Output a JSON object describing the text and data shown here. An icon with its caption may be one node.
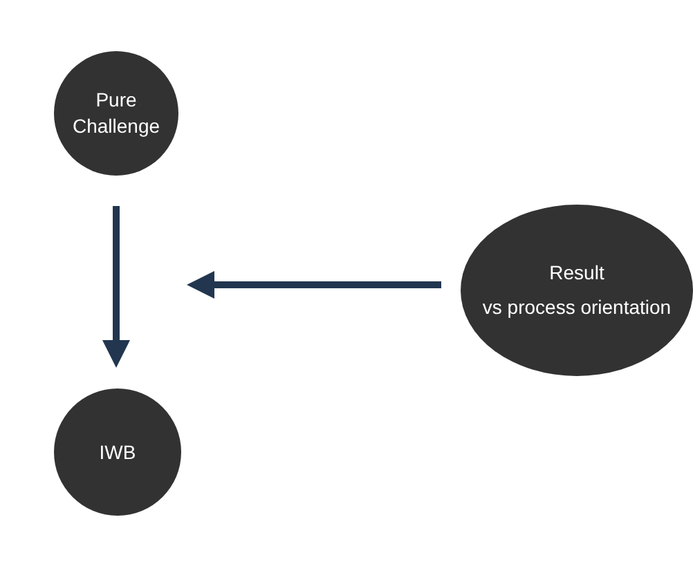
{
  "diagram": {
    "nodes": [
      {
        "text": [
          "Pure Challenge"
        ]
      },
      {
        "text": [
          "IWB"
        ]
      },
      {
        "text": [
          "Result",
          "vs process orientation"
        ]
      }
    ],
    "edges": [
      {
        "from": 0,
        "to": 1,
        "arrow": "to"
      },
      {
        "from": 2,
        "to": null,
        "arrow": "to"
      }
    ]
  }
}
